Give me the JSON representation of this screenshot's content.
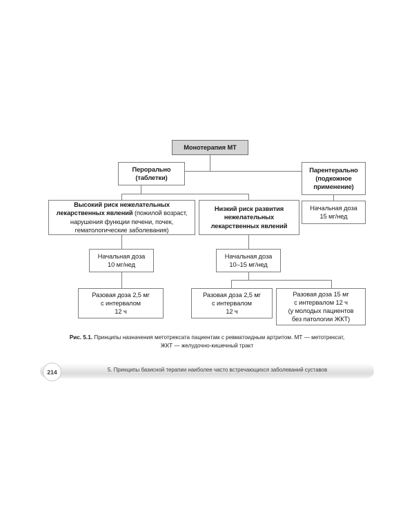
{
  "document": {
    "page_number": "214",
    "running_head": "5. Принципы базисной терапии наиболее часто встречающихся заболеваний суставов"
  },
  "caption": {
    "figure_label": "Рис. 5.1.",
    "line1": " Принципы назначения метотрексата пациентам с ревматоидным артритом. МТ — метотрексат,",
    "line2": "ЖКТ — желудочно-кишечный тракт"
  },
  "chart_data": {
    "type": "diagram",
    "title": "Принципы назначения метотрексата пациентам с ревматоидным артритом",
    "nodes": [
      {
        "id": "root",
        "label": "Монотерапия МТ",
        "style": "shaded-bold"
      },
      {
        "id": "oral",
        "label": "Перорально\n(таблетки)",
        "style": "bold"
      },
      {
        "id": "parenteral",
        "label": "Парентерально\n(подкожное\nприменение)",
        "style": "bold"
      },
      {
        "id": "high-risk",
        "label": "Высокий риск нежелательных лекарственных явлений (пожилой возраст, нарушения функции печени, почек, гематологические заболевания)",
        "style": "mixed"
      },
      {
        "id": "low-risk",
        "label": "Низкий риск развития нежелательных лекарственных явлений",
        "style": "bold"
      },
      {
        "id": "start-15",
        "label": "Начальная доза\n15 мг/нед",
        "style": "regular"
      },
      {
        "id": "start-10",
        "label": "Начальная доза\n10 мг/нед",
        "style": "regular"
      },
      {
        "id": "start-10-15",
        "label": "Начальная доза\n10–15 мг/нед",
        "style": "regular"
      },
      {
        "id": "dose-a",
        "label": "Разовая доза 2,5 мг\nс интервалом\n12 ч",
        "style": "regular"
      },
      {
        "id": "dose-b",
        "label": "Разовая доза 2,5 мг\nс интервалом\n12 ч",
        "style": "regular"
      },
      {
        "id": "dose-c",
        "label": "Разовая доза 15 мг\nс интервалом 12 ч\n(у молодых пациентов\nбез патологии ЖКТ)",
        "style": "regular"
      }
    ],
    "edges": [
      {
        "from": "root",
        "to": "oral"
      },
      {
        "from": "root",
        "to": "parenteral"
      },
      {
        "from": "oral",
        "to": "high-risk"
      },
      {
        "from": "oral",
        "to": "low-risk"
      },
      {
        "from": "parenteral",
        "to": "start-15"
      },
      {
        "from": "high-risk",
        "to": "start-10"
      },
      {
        "from": "low-risk",
        "to": "start-10-15"
      },
      {
        "from": "start-10",
        "to": "dose-a"
      },
      {
        "from": "start-10-15",
        "to": "dose-b"
      },
      {
        "from": "start-10-15",
        "to": "dose-c"
      }
    ]
  },
  "nodes": {
    "root": {
      "line1": "Монотерапия МТ"
    },
    "oral": {
      "line1": "Перорально",
      "line2": "(таблетки)"
    },
    "parenteral": {
      "line1": "Парентерально",
      "line2": "(подкожное",
      "line3": "применение)"
    },
    "high_risk": {
      "bold_part": "Высокий риск нежелательных лекарственных явлений",
      "rest": " (пожилой возраст, нарушения функции печени, почек, гематологические заболевания)"
    },
    "low_risk": {
      "line1": "Низкий риск развития",
      "line2": "нежелательных",
      "line3": "лекарственных явлений"
    },
    "start_15": {
      "line1": "Начальная доза",
      "line2": "15 мг/нед"
    },
    "start_10": {
      "line1": "Начальная доза",
      "line2": "10 мг/нед"
    },
    "start_10_15": {
      "line1": "Начальная доза",
      "line2": "10–15 мг/нед"
    },
    "dose_a": {
      "line1": "Разовая доза 2,5 мг",
      "line2": "с интервалом",
      "line3": "12 ч"
    },
    "dose_b": {
      "line1": "Разовая доза 2,5 мг",
      "line2": "с интервалом",
      "line3": "12 ч"
    },
    "dose_c": {
      "line1": "Разовая доза 15 мг",
      "line2": "с интервалом 12 ч",
      "line3": "(у молодых пациентов",
      "line4": "без патологии ЖКТ)"
    }
  },
  "colors": {
    "border": "#7d7d7d",
    "shaded_fill": "#d4d4d4",
    "text": "#1a1a1a",
    "footer_band": "#e4e4e4"
  }
}
